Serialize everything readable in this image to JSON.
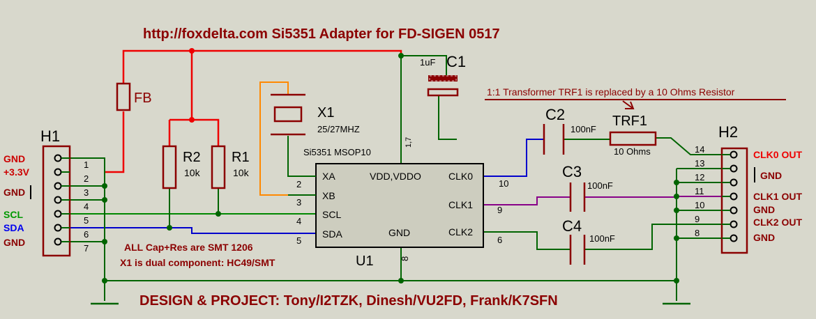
{
  "title": "http://foxdelta.com  Si5351 Adapter for FD-SIGEN 0517",
  "credits": "DESIGN & PROJECT: Tony/I2TZK, Dinesh/VU2FD, Frank/K7SFN",
  "notes": {
    "smt": "ALL Cap+Res are SMT 1206",
    "x1": "X1 is dual component: HC49/SMT",
    "transformer": "1:1 Transformer TRF1 is replaced by a 10 Ohms Resistor"
  },
  "components": {
    "fb": "FB",
    "r2": {
      "ref": "R2",
      "value": "10k"
    },
    "r1": {
      "ref": "R1",
      "value": "10k"
    },
    "x1": {
      "ref": "X1",
      "value": "25/27MHZ"
    },
    "c1": {
      "ref": "C1",
      "value": "1uF"
    },
    "c2": {
      "ref": "C2",
      "value": "100nF"
    },
    "c3": {
      "ref": "C3",
      "value": "100nF"
    },
    "c4": {
      "ref": "C4",
      "value": "100nF"
    },
    "trf1": {
      "ref": "TRF1",
      "value": "10 Ohms"
    }
  },
  "u1": {
    "ref": "U1",
    "part": "Si5351 MSOP10",
    "pins": {
      "xa": "XA",
      "xb": "XB",
      "scl": "SCL",
      "sda": "SDA",
      "vdd": "VDD,VDDO",
      "gnd": "GND",
      "clk0": "CLK0",
      "clk1": "CLK1",
      "clk2": "CLK2"
    },
    "pin_numbers": {
      "p2": "2",
      "p3": "3",
      "p4": "4",
      "p5": "5",
      "p10": "10",
      "p9": "9",
      "p6": "6",
      "vdd": "1,7",
      "gnd": "8"
    }
  },
  "h1": {
    "ref": "H1",
    "pin_numbers": [
      "1",
      "2",
      "3",
      "4",
      "5",
      "6",
      "7"
    ],
    "labels": [
      {
        "text": "GND",
        "color": "#cc0000"
      },
      {
        "text": "+3.3V",
        "color": "#cc0000"
      },
      {
        "text": "GND",
        "color": "#8b0000"
      },
      {
        "text": "SCL",
        "color": "#009900"
      },
      {
        "text": "SDA",
        "color": "#0000ee"
      },
      {
        "text": "GND",
        "color": "#8b0000"
      }
    ]
  },
  "h2": {
    "ref": "H2",
    "pin_numbers": [
      "14",
      "13",
      "12",
      "11",
      "10",
      "9",
      "8"
    ],
    "labels": [
      {
        "text": "CLK0 OUT",
        "color": "#ee0000"
      },
      {
        "text": "GND",
        "color": "#8b0000"
      },
      {
        "text": "CLK1 OUT",
        "color": "#8b0000"
      },
      {
        "text": "GND",
        "color": "#8b0000"
      },
      {
        "text": "CLK2 OUT",
        "color": "#8b0000"
      },
      {
        "text": "GND",
        "color": "#8b0000"
      }
    ]
  },
  "colors": {
    "background": "#d8d8cc",
    "wire": "#006400",
    "power": "#ee0000",
    "scl": "#008800",
    "sda": "#0000cc",
    "clk0": "#0000cc",
    "clk1": "#880088",
    "xtal": "#ff8800",
    "body": "#8b0000",
    "text": "#8b0000",
    "chip_fill": "#cdcdbf"
  }
}
